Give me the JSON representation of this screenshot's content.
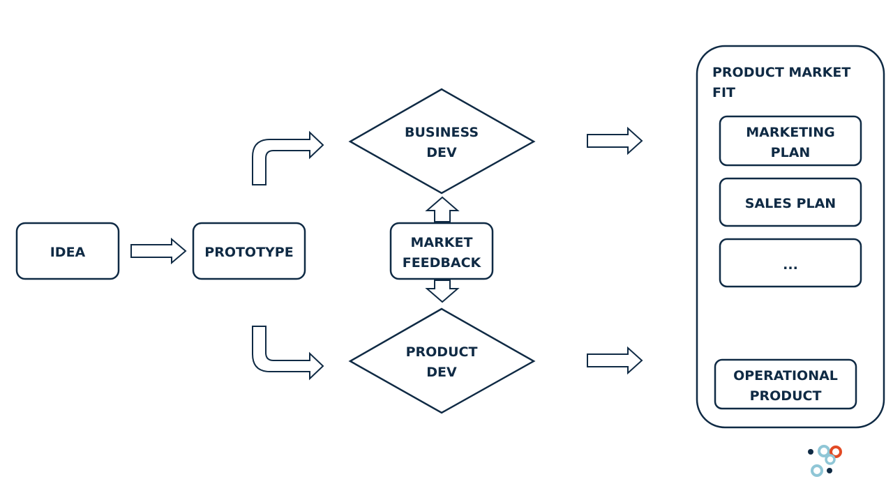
{
  "nodes": {
    "idea": "IDEA",
    "prototype": "PROTOTYPE",
    "business_dev": [
      "BUSINESS",
      "DEV"
    ],
    "product_dev": [
      "PRODUCT",
      "DEV"
    ],
    "market_feedback": [
      "MARKET",
      "FEEDBACK"
    ]
  },
  "product_market_fit": {
    "title": [
      "PRODUCT MARKET",
      "FIT"
    ],
    "items": [
      [
        "MARKETING",
        "PLAN"
      ],
      [
        "SALES PLAN"
      ],
      [
        "..."
      ]
    ],
    "operational": [
      "OPERATIONAL",
      "PRODUCT"
    ]
  },
  "colors": {
    "stroke": "#0f2a44",
    "logo_light": "#8fc6d6",
    "logo_accent": "#e24a24",
    "logo_dark": "#0f2a44"
  }
}
